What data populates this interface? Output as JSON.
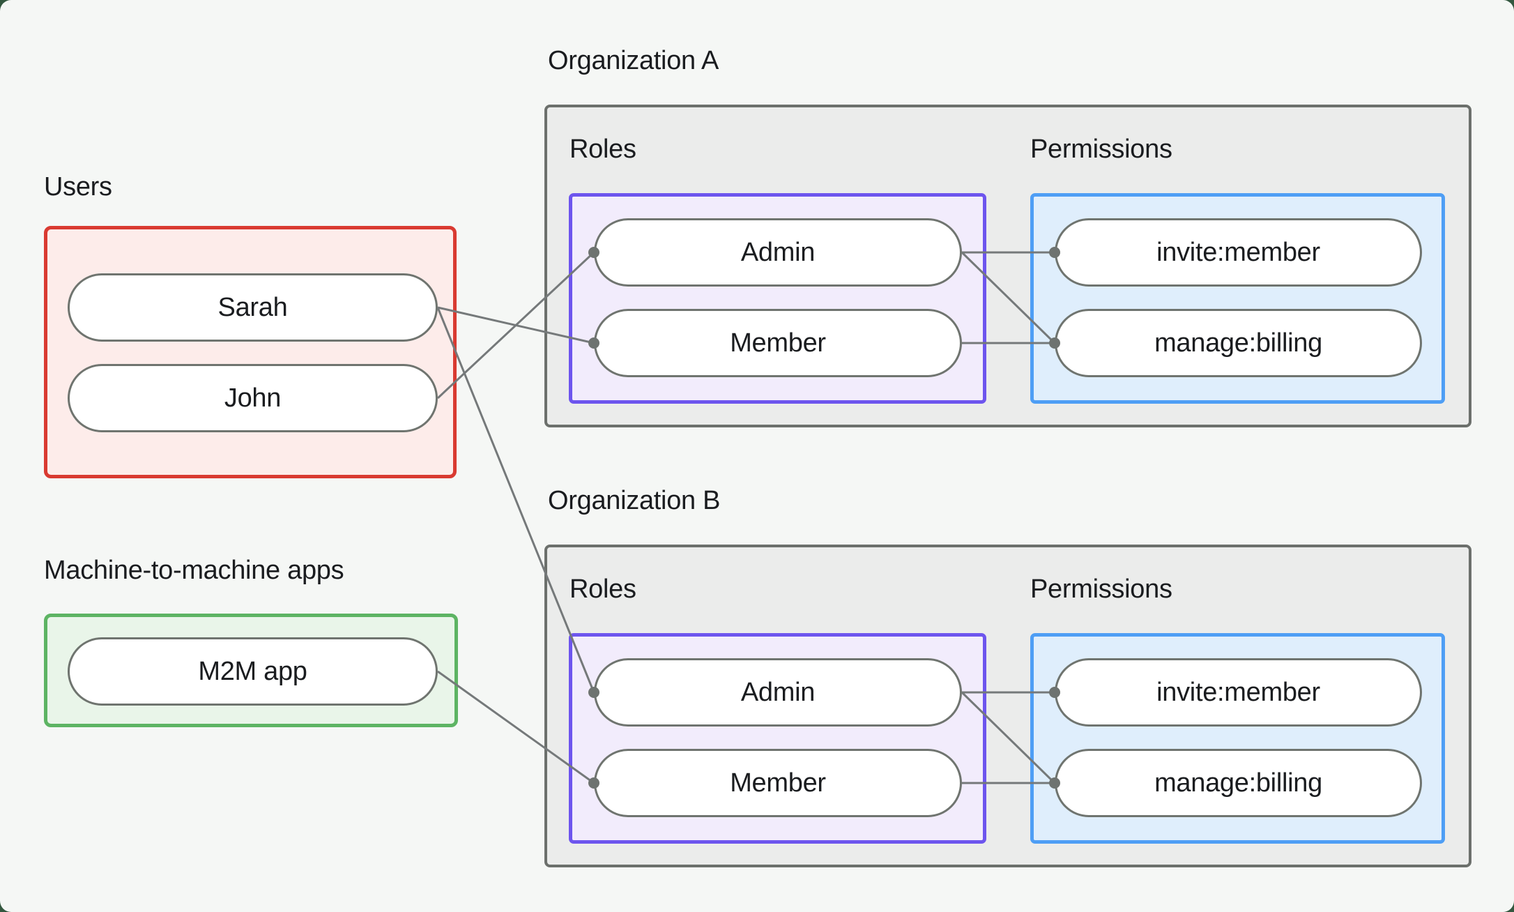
{
  "users_section": {
    "label": "Users",
    "items": [
      "Sarah",
      "John"
    ]
  },
  "m2m_section": {
    "label": "Machine-to-machine apps",
    "items": [
      "M2M app"
    ]
  },
  "organizations": [
    {
      "title": "Organization A",
      "roles_label": "Roles",
      "permissions_label": "Permissions",
      "roles": [
        "Admin",
        "Member"
      ],
      "permissions": [
        "invite:member",
        "manage:billing"
      ]
    },
    {
      "title": "Organization B",
      "roles_label": "Roles",
      "permissions_label": "Permissions",
      "roles": [
        "Admin",
        "Member"
      ],
      "permissions": [
        "invite:member",
        "manage:billing"
      ]
    }
  ],
  "connections": [
    {
      "from": "users.sarah",
      "to": "orgA.member"
    },
    {
      "from": "users.john",
      "to": "orgA.admin"
    },
    {
      "from": "users.sarah",
      "to": "orgB.admin"
    },
    {
      "from": "m2m.app",
      "to": "orgB.member"
    },
    {
      "from": "orgA.admin",
      "to": "orgA.invite"
    },
    {
      "from": "orgA.admin",
      "to": "orgA.manage"
    },
    {
      "from": "orgA.member",
      "to": "orgA.manage"
    },
    {
      "from": "orgB.admin",
      "to": "orgB.invite"
    },
    {
      "from": "orgB.admin",
      "to": "orgB.manage"
    },
    {
      "from": "orgB.member",
      "to": "orgB.manage"
    }
  ],
  "colors": {
    "background": "#f5f7f5",
    "users_border": "#d93a31",
    "users_fill": "#fdecea",
    "m2m_border": "#5db463",
    "m2m_fill": "#e9f5e9",
    "org_border": "#6c706c",
    "org_fill": "#ebeceb",
    "roles_border": "#6d55ee",
    "roles_fill": "#f2ecfc",
    "permissions_border": "#4e9ef5",
    "permissions_fill": "#dfeefc",
    "node_border": "#6f746f",
    "connector": "#75797a",
    "text": "#1a1c1f"
  }
}
